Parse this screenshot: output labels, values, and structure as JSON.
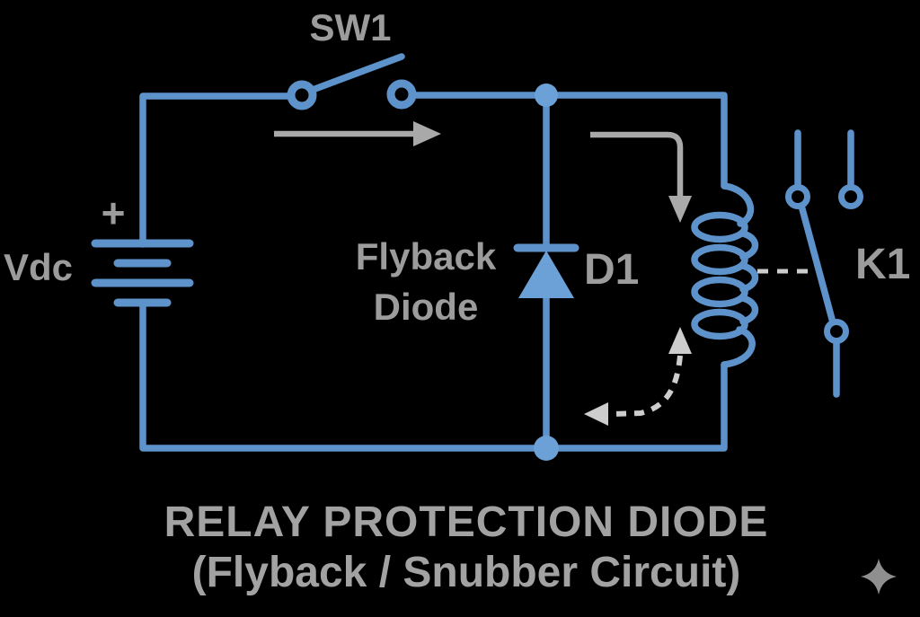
{
  "diagram": {
    "title_line1": "RELAY PROTECTION DIODE",
    "title_line2": "(Flyback / Snubber Circuit)"
  },
  "labels": {
    "switch_ref": "SW1",
    "supply_ref": "Vdc",
    "supply_polarity": "+",
    "diode_name_line1": "Flyback",
    "diode_name_line2": "Diode",
    "diode_ref": "D1",
    "relay_ref": "K1"
  },
  "icons": {
    "sparkle_icon": "four-pointed-star"
  },
  "components": [
    {
      "ref": "Vdc",
      "symbol": "dc-battery-source"
    },
    {
      "ref": "SW1",
      "symbol": "open-switch"
    },
    {
      "ref": "D1",
      "symbol": "flyback-diode"
    },
    {
      "ref": "K1",
      "symbol": "relay-coil-with-contacts"
    }
  ],
  "annotations": [
    {
      "name": "energize-current-arrow-top",
      "style": "solid-gray"
    },
    {
      "name": "energize-current-arrow-coil",
      "style": "solid-gray"
    },
    {
      "name": "flyback-current-arrow",
      "style": "dashed-gray"
    },
    {
      "name": "coil-to-contact-linkage",
      "style": "dashed-gray"
    }
  ],
  "colors": {
    "background": "#000000",
    "wire": "#5d93ca",
    "wire_fill": "#6ba1d7",
    "label_gray": "#9c9c9c",
    "title_gray": "#a2a2a2",
    "arrow_gray": "#a9a9a9",
    "dashed_gray": "#cdcdcd",
    "sparkle_gray": "#8f8f8f"
  }
}
